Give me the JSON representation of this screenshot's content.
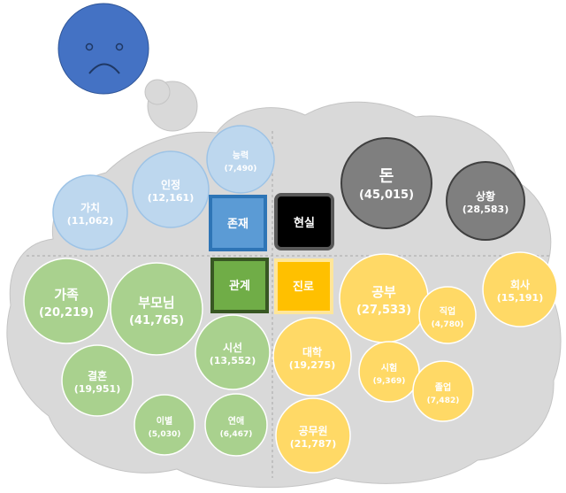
{
  "colors": {
    "cloud": "#d9d9d9",
    "cloud_stroke": "#c4c4c4",
    "face": "#4472c4",
    "blue": "#bdd7ee",
    "green": "#a9d18e",
    "yellow": "#ffd966",
    "gray": "#7f7f7f",
    "box_blue": "#5b9bd5",
    "box_black": "#000000",
    "box_green": "#70ad47",
    "box_yellow": "#ffc000"
  },
  "quadrants": {
    "existence": "존재",
    "reality": "현실",
    "relationship": "관계",
    "career": "진로"
  },
  "bubbles": [
    {
      "id": "ability",
      "label": "능력",
      "count": "(7,490)",
      "group": "existence"
    },
    {
      "id": "recognition",
      "label": "인정",
      "count": "(12,161)",
      "group": "existence"
    },
    {
      "id": "value",
      "label": "가치",
      "count": "(11,062)",
      "group": "existence"
    },
    {
      "id": "money",
      "label": "돈",
      "count": "(45,015)",
      "group": "reality"
    },
    {
      "id": "situation",
      "label": "상황",
      "count": "(28,583)",
      "group": "reality"
    },
    {
      "id": "family",
      "label": "가족",
      "count": "(20,219)",
      "group": "relationship"
    },
    {
      "id": "parents",
      "label": "부모님",
      "count": "(41,765)",
      "group": "relationship"
    },
    {
      "id": "gaze",
      "label": "시선",
      "count": "(13,552)",
      "group": "relationship"
    },
    {
      "id": "marriage",
      "label": "결혼",
      "count": "(19,951)",
      "group": "relationship"
    },
    {
      "id": "breakup",
      "label": "이별",
      "count": "(5,030)",
      "group": "relationship"
    },
    {
      "id": "dating",
      "label": "연애",
      "count": "(6,467)",
      "group": "relationship"
    },
    {
      "id": "study",
      "label": "공부",
      "count": "(27,533)",
      "group": "career"
    },
    {
      "id": "company",
      "label": "회사",
      "count": "(15,191)",
      "group": "career"
    },
    {
      "id": "job",
      "label": "직업",
      "count": "(4,780)",
      "group": "career"
    },
    {
      "id": "university",
      "label": "대학",
      "count": "(19,275)",
      "group": "career"
    },
    {
      "id": "exam",
      "label": "시험",
      "count": "(9,369)",
      "group": "career"
    },
    {
      "id": "graduation",
      "label": "졸업",
      "count": "(7,482)",
      "group": "career"
    },
    {
      "id": "civil-servant",
      "label": "공무원",
      "count": "(21,787)",
      "group": "career"
    }
  ]
}
